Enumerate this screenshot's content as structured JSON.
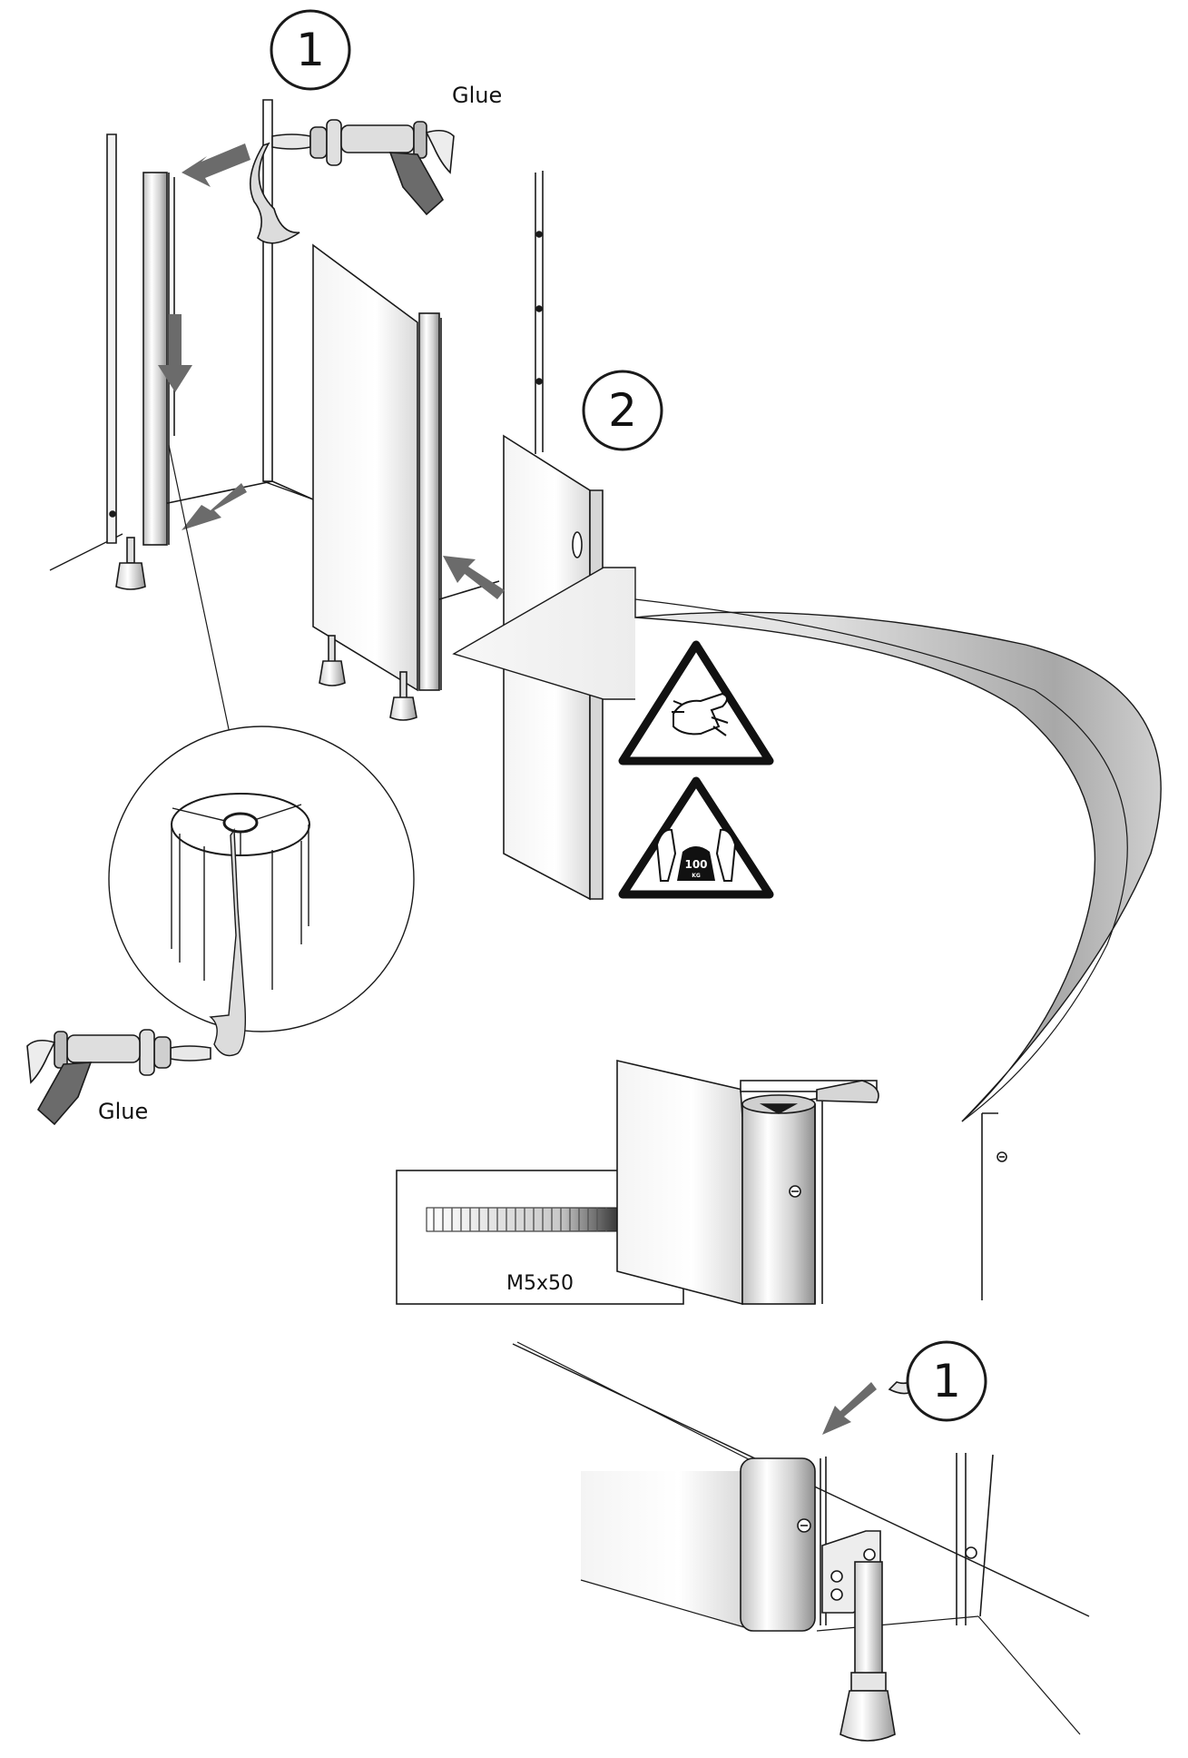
{
  "labels": {
    "glue_top": "Glue",
    "glue_bottom": "Glue",
    "screw_spec": "M5x50",
    "warning_weight": "100",
    "warning_weight_unit": "KG"
  },
  "steps": {
    "top_step_1": "1",
    "top_step_2": "2",
    "bottom_step_1": "1"
  },
  "colors": {
    "line": "#1a1a1a",
    "arrow": "#6b6b6b",
    "panel_shade": "#e6e6e6",
    "panel_dark": "#9a9a9a"
  },
  "icons": {
    "warning_gloves": "gloves-warning-icon",
    "warning_weight": "two-person-lift-warning-icon",
    "glue_gun": "caulking-gun-icon",
    "screw": "countersunk-screw-icon"
  }
}
